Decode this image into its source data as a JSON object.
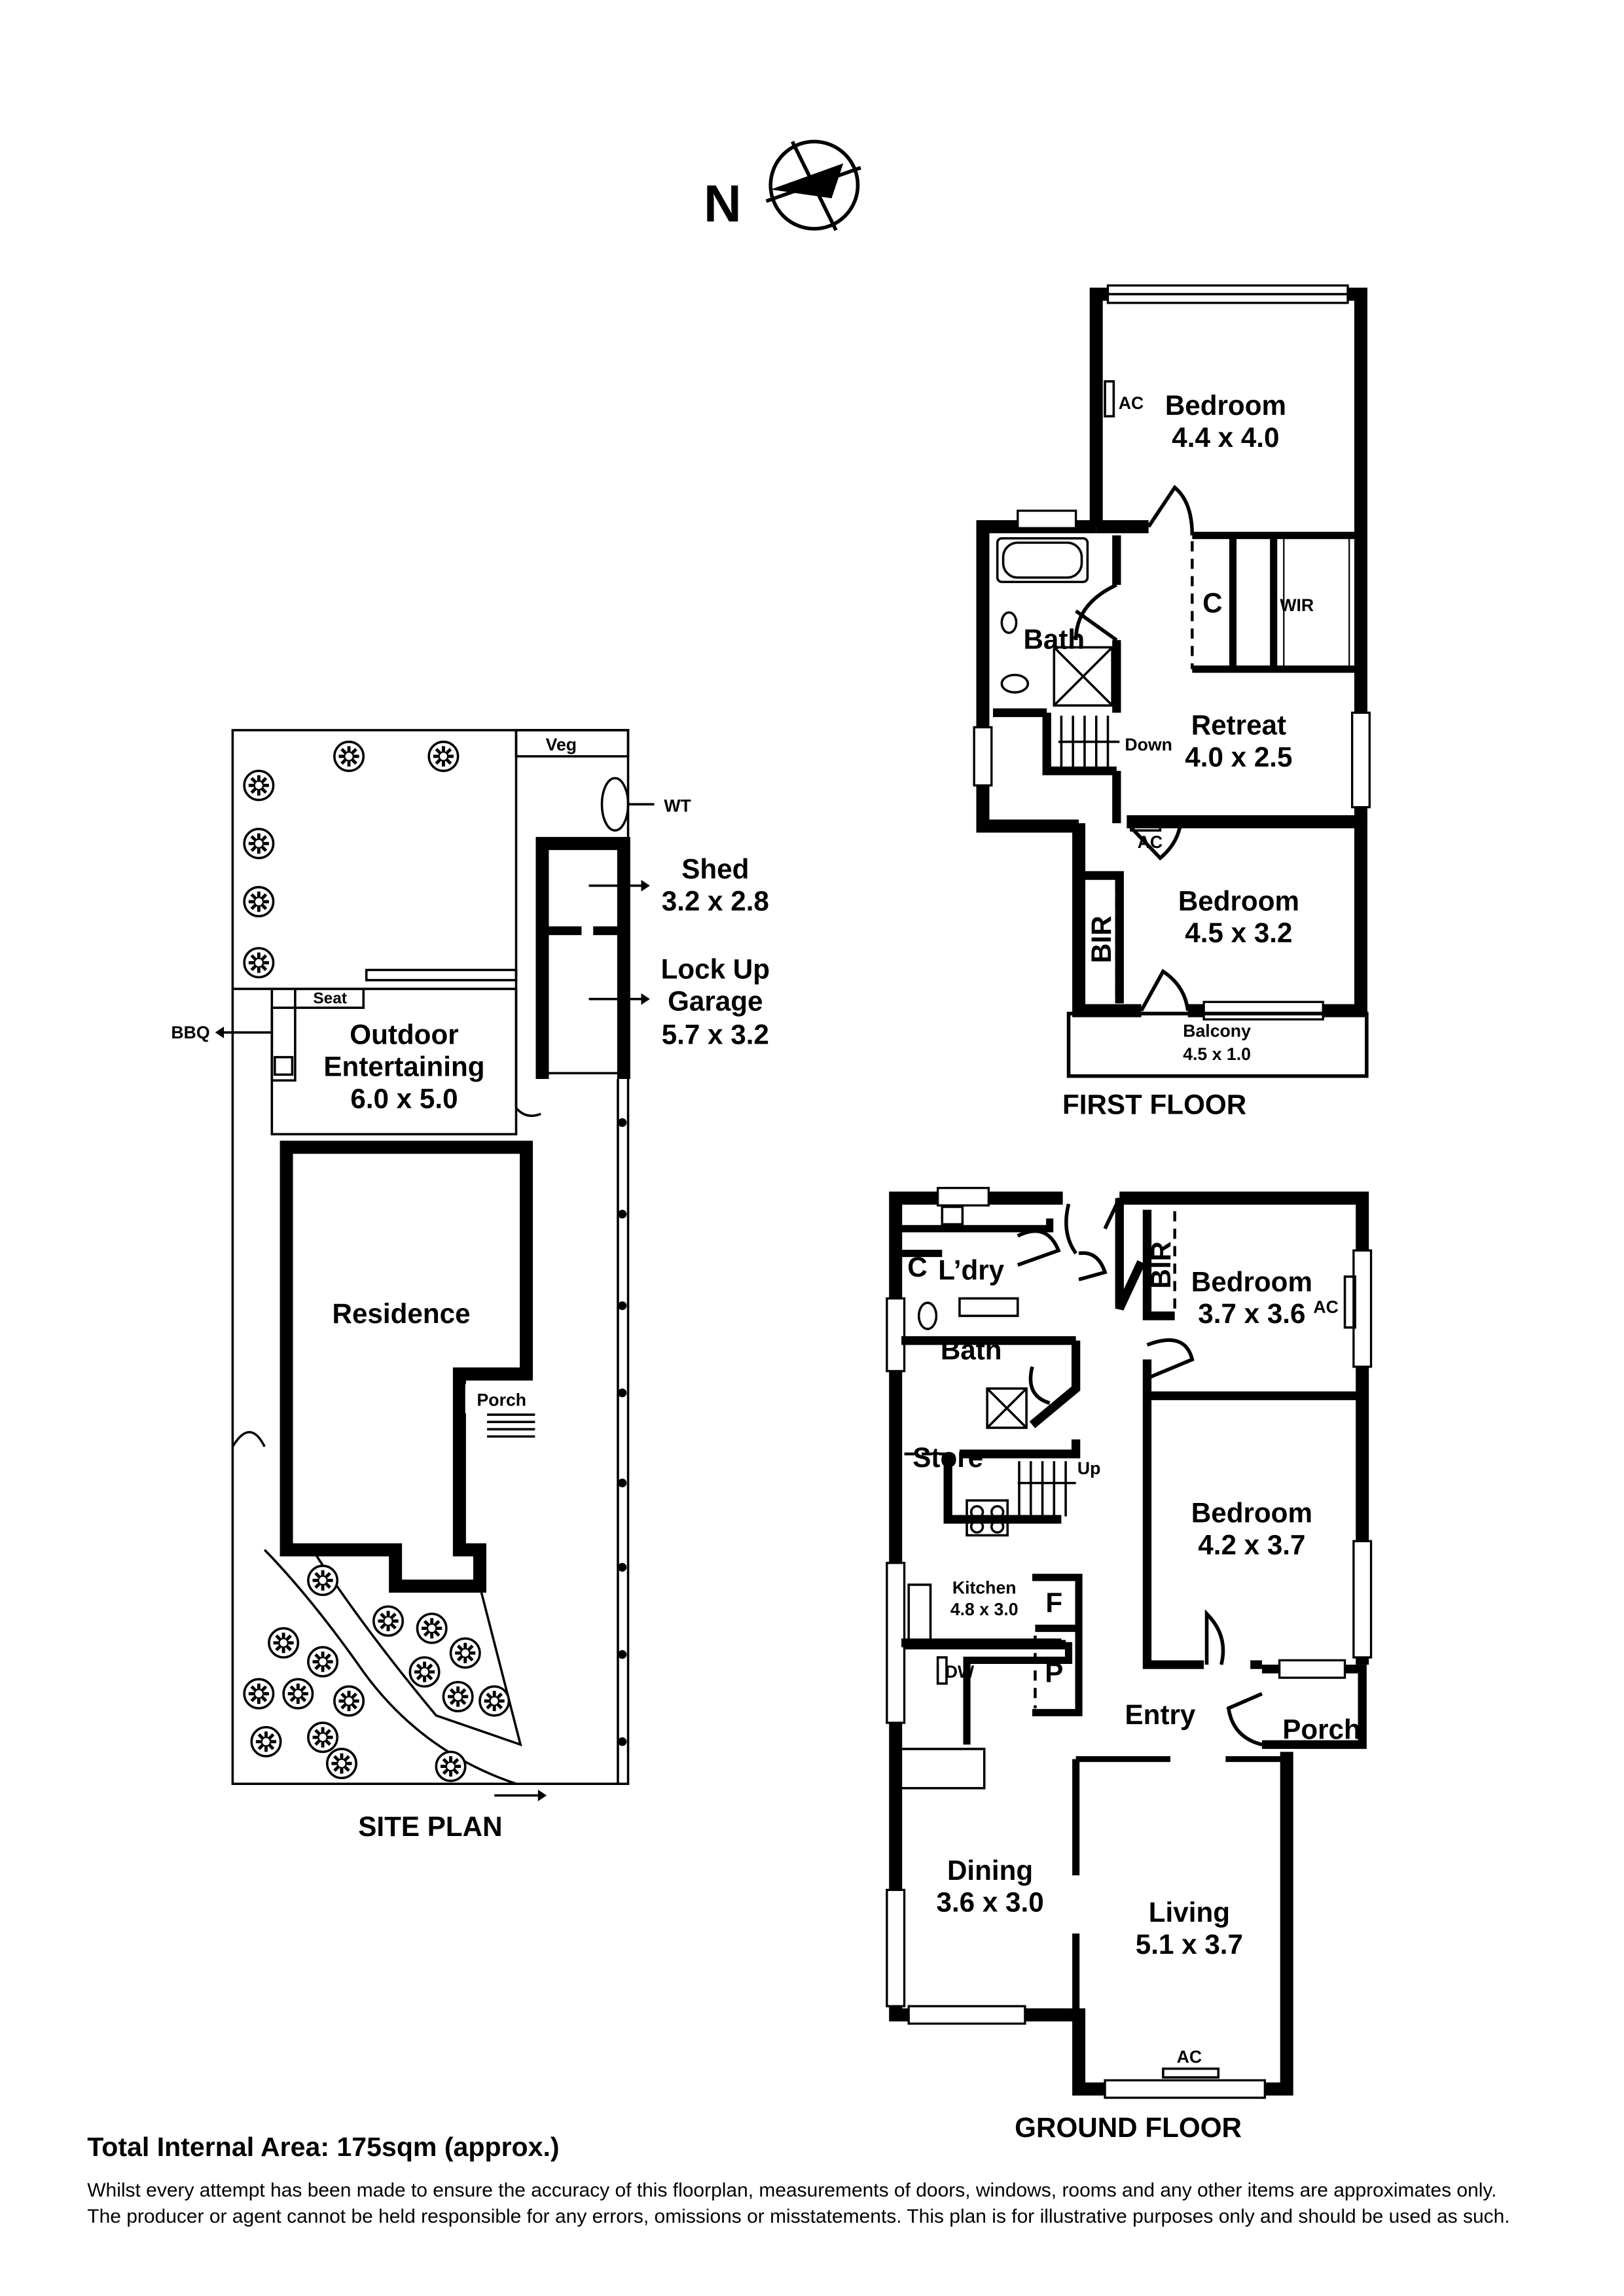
{
  "compass": {
    "label": "N"
  },
  "site_plan": {
    "title": "SITE PLAN",
    "veg": "Veg",
    "wt": "WT",
    "seat": "Seat",
    "bbq": "BBQ",
    "shed": {
      "name": "Shed",
      "size": "3.2 x 2.8"
    },
    "garage": {
      "name1": "Lock Up",
      "name2": "Garage",
      "size": "5.7 x 3.2"
    },
    "outdoor": {
      "name1": "Outdoor",
      "name2": "Entertaining",
      "size": "6.0 x 5.0"
    },
    "residence": "Residence",
    "porch": "Porch"
  },
  "first_floor": {
    "title": "FIRST FLOOR",
    "bedroom1": {
      "name": "Bedroom",
      "size": "4.4 x 4.0",
      "ac": "AC"
    },
    "c": "C",
    "wir": "WIR",
    "bath": "Bath",
    "retreat": {
      "name": "Retreat",
      "size": "4.0 x 2.5"
    },
    "down": "Down",
    "ac2": "AC",
    "bedroom2": {
      "name": "Bedroom",
      "size": "4.5 x 3.2"
    },
    "bir": "BIR",
    "balcony": {
      "name": "Balcony",
      "size": "4.5 x 1.0"
    }
  },
  "ground_floor": {
    "title": "GROUND FLOOR",
    "c": "C",
    "laundry": "L’dry",
    "bath": "Bath",
    "store": "Store",
    "up": "Up",
    "bir": "BIR",
    "bedroom1": {
      "name": "Bedroom",
      "size": "3.7 x 3.6",
      "ac": "AC"
    },
    "bedroom2": {
      "name": "Bedroom",
      "size": "4.2 x 3.7"
    },
    "kitchen": {
      "name": "Kitchen",
      "size": "4.8 x 3.0"
    },
    "f": "F",
    "p": "P",
    "dw": "DW",
    "entry": "Entry",
    "porch": "Porch",
    "dining": {
      "name": "Dining",
      "size": "3.6 x 3.0"
    },
    "living": {
      "name": "Living",
      "size": "5.1 x 3.7",
      "ac": "AC"
    }
  },
  "footer": {
    "total_area": "Total Internal Area: 175sqm (approx.)",
    "disclaimer1": "Whilst every attempt has been made to ensure the accuracy of this floorplan, measurements of doors, windows, rooms and any other items are approximates only.",
    "disclaimer2": "The producer or agent cannot be held responsible for any errors, omissions or misstatements. This plan is for illustrative purposes only and should be used as such."
  }
}
